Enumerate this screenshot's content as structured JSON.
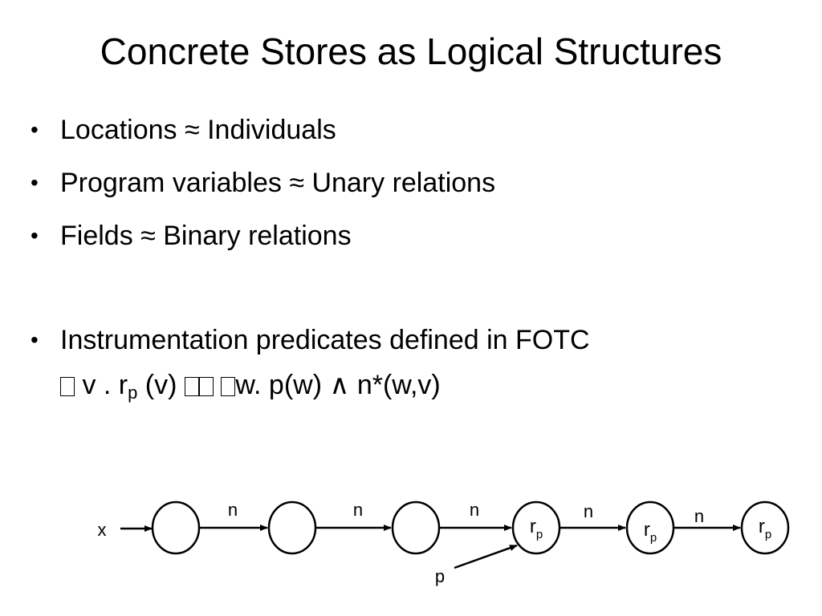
{
  "slide": {
    "title": "Concrete Stores as Logical Structures",
    "bullets": [
      {
        "bullet": "•",
        "text": "Locations ≈ Individuals"
      },
      {
        "bullet": "•",
        "text": "Program variables ≈ Unary relations"
      },
      {
        "bullet": "•",
        "text": "Fields ≈ Binary relations"
      },
      {
        "bullet": "•",
        "text": "Instrumentation predicates defined in FOTC"
      }
    ],
    "formula": {
      "part1": " v . r",
      "sub1": "p",
      "part2": " (v) ",
      "part3": "w. p(w) ∧ n*(w,v)"
    }
  },
  "diagram": {
    "var_x": "x",
    "var_p": "p",
    "edge_labels": [
      "n",
      "n",
      "n",
      "n",
      "n"
    ],
    "node_labels": [
      "",
      "",
      "",
      "r",
      "r",
      "r"
    ],
    "node_label_subs": [
      "",
      "",
      "",
      "p",
      "p",
      "p"
    ]
  }
}
